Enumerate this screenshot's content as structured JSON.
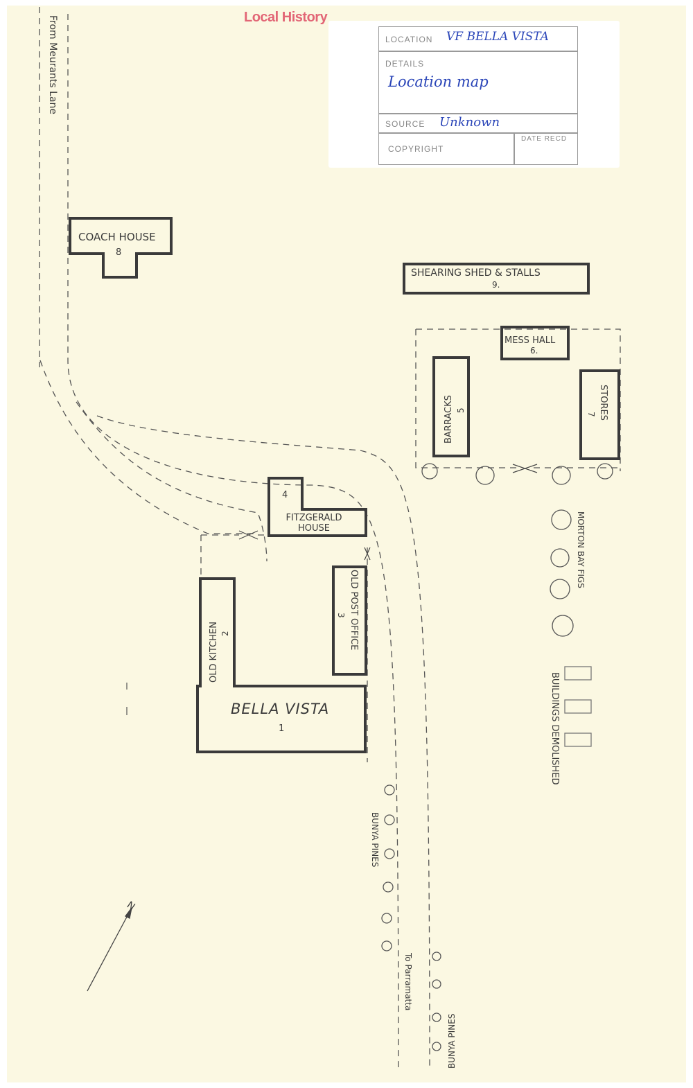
{
  "stamp": "Local History",
  "card": {
    "location_label": "LOCATION",
    "location_value": "VF   BELLA VISTA",
    "details_label": "DETAILS",
    "details_value": "Location map",
    "source_label": "SOURCE",
    "source_value": "Unknown",
    "copyright_label": "COPYRIGHT",
    "date_label": "DATE RECD"
  },
  "map": {
    "road_from": "From Meurants Lane",
    "road_to": "To Parramatta",
    "north": "N",
    "buildings": [
      {
        "name": "COACH HOUSE",
        "num": "8"
      },
      {
        "name": "SHEARING SHED & STALLS",
        "num": "9."
      },
      {
        "name": "MESS HALL",
        "num": "6."
      },
      {
        "name": "BARRACKS",
        "num": "5"
      },
      {
        "name": "STORES",
        "num": "7"
      },
      {
        "name": "FITZGERALD HOUSE",
        "num": "4"
      },
      {
        "name": "OLD POST OFFICE",
        "num": "3"
      },
      {
        "name": "OLD KITCHEN",
        "num": "2"
      },
      {
        "name": "BELLA VISTA",
        "num": "1"
      }
    ],
    "trees": {
      "figs": "MORTON BAY FIGS",
      "pines_1": "BUNYA PINES",
      "pines_2": "BUNYA PINES"
    },
    "demolished": "BUILDINGS DEMOLISHED"
  }
}
